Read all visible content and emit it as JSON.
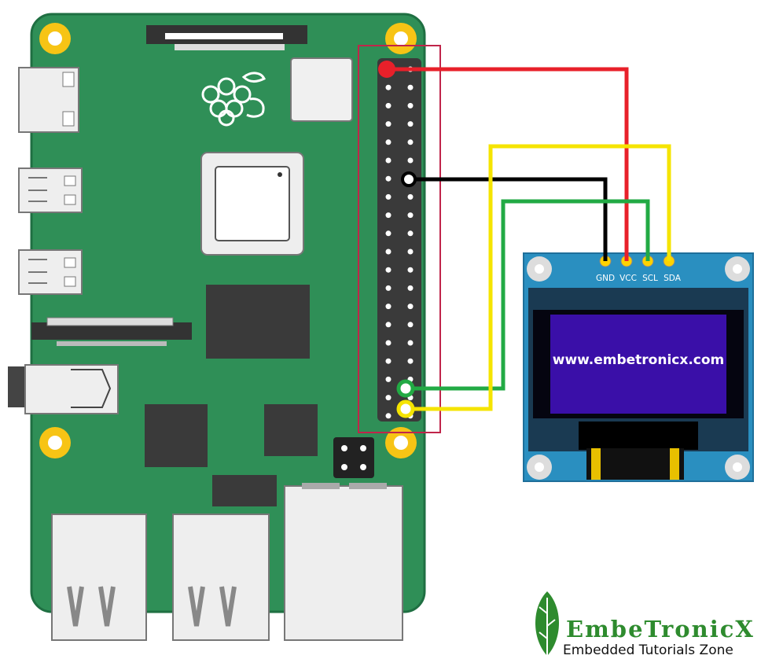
{
  "oled": {
    "pins": [
      "GND",
      "VCC",
      "SCL",
      "SDA"
    ],
    "screen_text": "www.embetronicx.com"
  },
  "wires": [
    {
      "name": "vcc-wire",
      "color": "#e8202a"
    },
    {
      "name": "gnd-wire",
      "color": "#000000"
    },
    {
      "name": "scl-wire",
      "color": "#22aa44"
    },
    {
      "name": "sda-wire",
      "color": "#f5e400"
    }
  ],
  "colors": {
    "pcb": "#2f8f57",
    "pcb_edge": "#1f6f42",
    "mount_hole": "#f7c415",
    "oled_board": "#2a8fc0",
    "oled_screen": "#3a0fa8",
    "header_outline": "#c0254a"
  },
  "logo": {
    "brand": "EmbeTronicX",
    "tagline": "Embedded Tutorials Zone"
  }
}
